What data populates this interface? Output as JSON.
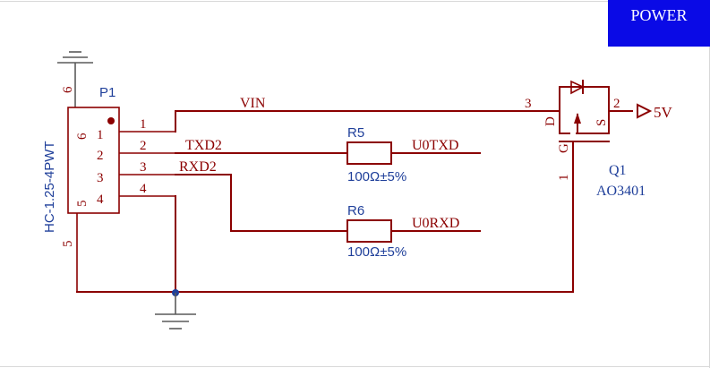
{
  "section_label": "POWER",
  "connector": {
    "ref": "P1",
    "part": "HC-1.25-4PWT",
    "pins": [
      "1",
      "2",
      "3",
      "4"
    ],
    "mount_pins": [
      "6",
      "5"
    ],
    "outer_pin_top": "6",
    "outer_pin_bottom": "5"
  },
  "nets": {
    "vin": "VIN",
    "txd2": "TXD2",
    "rxd2": "RXD2",
    "u0txd": "U0TXD",
    "u0rxd": "U0RXD",
    "out": "5V"
  },
  "resistors": [
    {
      "ref": "R5",
      "value": "100Ω±5%"
    },
    {
      "ref": "R6",
      "value": "100Ω±5%"
    }
  ],
  "mosfet": {
    "ref": "Q1",
    "part": "AO3401",
    "pin_d": "3",
    "pin_s": "2",
    "pin_g": "1",
    "label_d": "D",
    "label_s": "S",
    "label_g": "G"
  },
  "colors": {
    "wire": "#8b0000",
    "label": "#1f3f9a",
    "title_bg": "#0a0ae6"
  }
}
